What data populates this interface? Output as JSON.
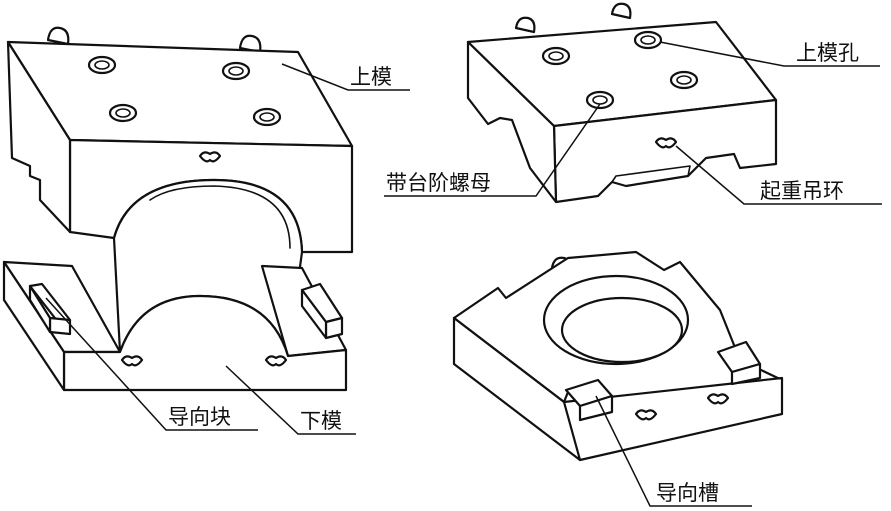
{
  "labels": {
    "upper_die": "上模",
    "upper_die_hole": "上模孔",
    "stepped_nut": "带台阶螺母",
    "lifting_ring": "起重吊环",
    "guide_block": "导向块",
    "lower_die": "下模",
    "guide_slot": "导向槽"
  }
}
